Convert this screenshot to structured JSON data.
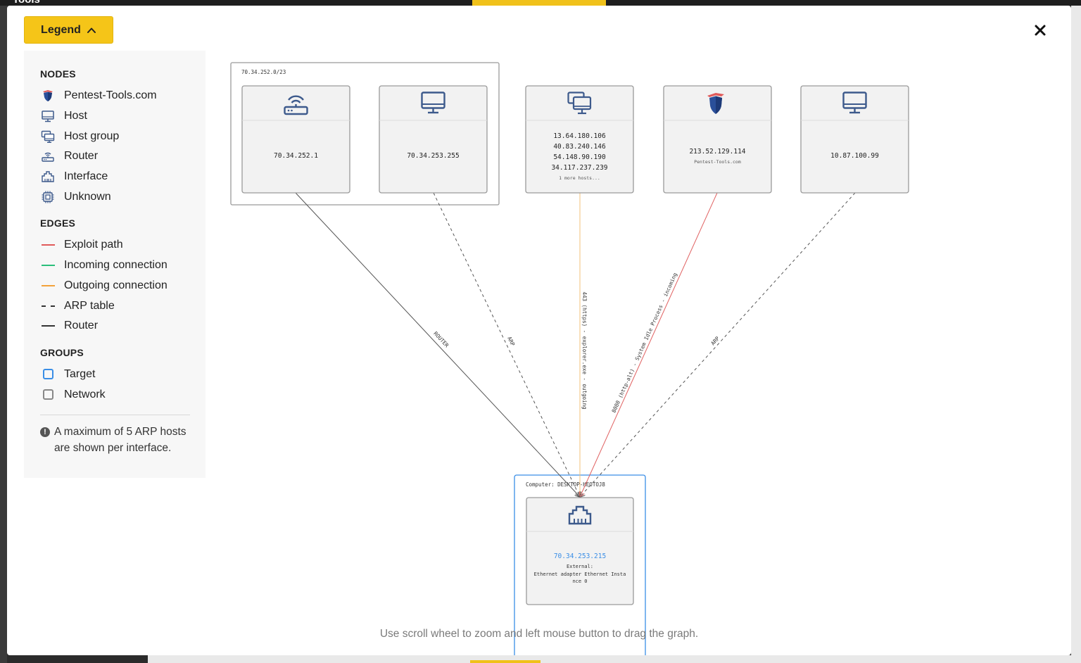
{
  "background": {
    "brand_text": "Tools"
  },
  "legend": {
    "button_label": "Legend",
    "nodes_title": "NODES",
    "nodes": [
      {
        "label": "Pentest-Tools.com",
        "icon": "pentest-shield-icon"
      },
      {
        "label": "Host",
        "icon": "monitor-icon"
      },
      {
        "label": "Host group",
        "icon": "host-group-icon"
      },
      {
        "label": "Router",
        "icon": "router-icon"
      },
      {
        "label": "Interface",
        "icon": "network-port-icon"
      },
      {
        "label": "Unknown",
        "icon": "chip-icon"
      }
    ],
    "edges_title": "EDGES",
    "edges": [
      {
        "label": "Exploit path",
        "color": "#e05a5a",
        "style": "solid"
      },
      {
        "label": "Incoming connection",
        "color": "#2bbf7b",
        "style": "solid"
      },
      {
        "label": "Outgoing connection",
        "color": "#f3a23a",
        "style": "solid"
      },
      {
        "label": "ARP table",
        "color": "#333333",
        "style": "dashed"
      },
      {
        "label": "Router",
        "color": "#333333",
        "style": "solid"
      }
    ],
    "groups_title": "GROUPS",
    "groups": [
      {
        "label": "Target",
        "color": "#3a8ee6"
      },
      {
        "label": "Network",
        "color": "#888888"
      }
    ],
    "note": "A maximum of 5 ARP hosts are shown per interface."
  },
  "graph": {
    "network_group_label": "70.34.252.0/23",
    "target_group_label": "Computer: DESKTOP-HEOTOJ8",
    "nodes": {
      "router": {
        "ip": "70.34.252.1",
        "icon": "router-icon"
      },
      "host_255": {
        "ip": "70.34.253.255",
        "icon": "monitor-icon"
      },
      "host_group": {
        "ips": [
          "13.64.180.106",
          "40.83.240.146",
          "54.148.90.190",
          "34.117.237.239"
        ],
        "more": "1 more hosts...",
        "icon": "host-group-icon"
      },
      "pentest": {
        "ip": "213.52.129.114",
        "sub": "Pentest-Tools.com",
        "icon": "pentest-shield-icon"
      },
      "host_10": {
        "ip": "10.87.100.99",
        "icon": "monitor-icon"
      },
      "interface": {
        "ip": "70.34.253.215",
        "line1": "External:",
        "line2": "Ethernet adapter Ethernet Insta",
        "line3": "nce 0",
        "icon": "network-port-icon"
      }
    },
    "edges": {
      "router": "ROUTER",
      "arp1": "ARP",
      "outgoing": "443 (https) - explorer.exe - outgoing",
      "exploit": "8080 (http-alt) - System Idle Process - incoming",
      "arp2": "ARP"
    },
    "colors": {
      "node_icon": "#3d5a8c",
      "interface_ip": "#3a8ee6",
      "target_border": "#3a8ee6",
      "outgoing_edge": "#f3c27a",
      "exploit_edge": "#e06060"
    }
  },
  "hint": "Use scroll wheel to zoom and left mouse button to drag the graph."
}
